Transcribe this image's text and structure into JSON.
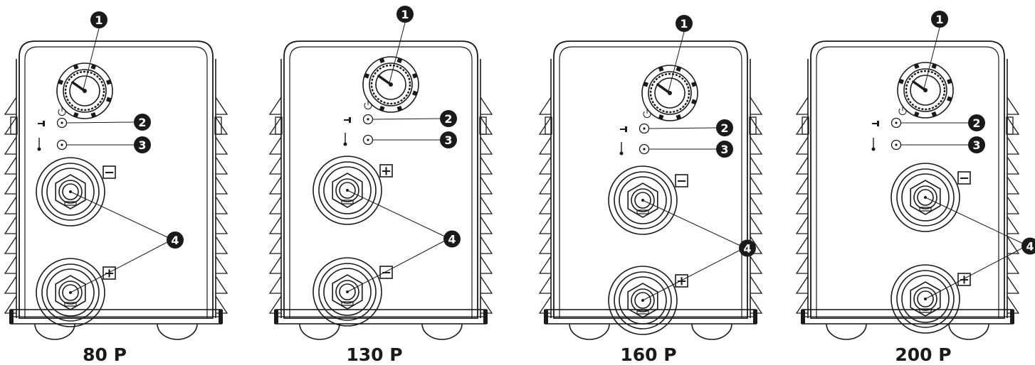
{
  "callout_numbers": [
    "1",
    "2",
    "3",
    "4"
  ],
  "polarity_symbols": {
    "minus": "−",
    "plus": "+"
  },
  "units": [
    {
      "model": "80 P",
      "top_terminal": "minus",
      "bottom_terminal": "plus"
    },
    {
      "model": "130 P",
      "top_terminal": "plus",
      "bottom_terminal": "minus"
    },
    {
      "model": "160 P",
      "top_terminal": "minus",
      "bottom_terminal": "plus"
    },
    {
      "model": "200 P",
      "top_terminal": "minus",
      "bottom_terminal": "plus"
    }
  ]
}
